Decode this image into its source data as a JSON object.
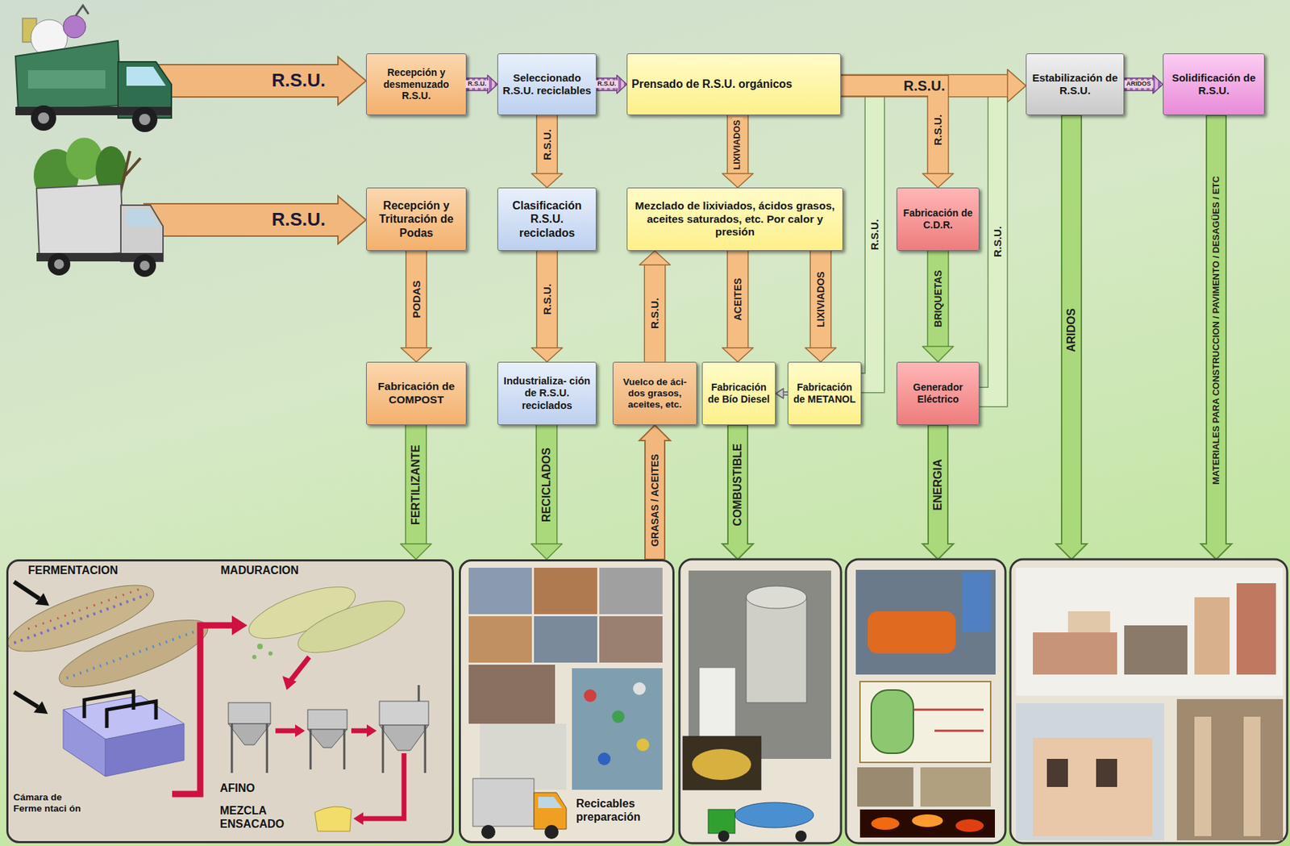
{
  "diagram": {
    "nodes": [
      {
        "text": [
          "Recepción y desmenuzado R.S.U."
        ]
      },
      {
        "text": [
          "Seleccionado R.S.U. reciclables"
        ]
      },
      {
        "text": [
          "Prensado de R.S.U. orgánicos"
        ]
      },
      {
        "text": [
          "Estabilización de R.S.U."
        ]
      },
      {
        "text": [
          "Solidificación de R.S.U."
        ]
      },
      {
        "text": [
          "Recepción y Trituración de Podas"
        ]
      },
      {
        "text": [
          "Clasificación R.S.U. reciclados"
        ]
      },
      {
        "text": [
          "Mezclado de lixiviados, ácidos grasos, aceites saturados, etc. Por calor y presión"
        ]
      },
      {
        "text": [
          "Fabricación de C.D.R."
        ]
      },
      {
        "text": [
          "Fabricación de COMPOST"
        ]
      },
      {
        "text": [
          "Industrializa- ción de R.S.U. reciclados"
        ]
      },
      {
        "text": [
          "Vuelco de áci- dos grasos, aceites, etc."
        ]
      },
      {
        "text": [
          "Fabricación de Bío Diesel"
        ]
      },
      {
        "text": [
          "Fabricación de METANOL"
        ]
      },
      {
        "text": [
          "Generador Eléctrico"
        ]
      },
      {
        "text": [
          "FERMENTACION",
          "MADURACION",
          "Cámara de Ferme ntaci ón",
          "AFINO",
          "MEZCLA ENSACADO"
        ]
      },
      {
        "text": [
          "Recicables preparación"
        ]
      }
    ],
    "edges": [
      {
        "from": 0,
        "to": 1,
        "label": "R.S.U.",
        "arrow": "to"
      },
      {
        "from": 1,
        "to": 2,
        "label": "R.S.U.",
        "arrow": "to"
      },
      {
        "from": 2,
        "to": 3,
        "label": "R.S.U.",
        "arrow": "to"
      },
      {
        "from": 3,
        "to": 4,
        "label": "ARIDOS",
        "arrow": "to"
      },
      {
        "from": 1,
        "to": 6,
        "label": "R.S.U.",
        "arrow": "to"
      },
      {
        "from": 2,
        "to": 7,
        "label": "LIXIVIADOS",
        "arrow": "to"
      },
      {
        "from": 5,
        "to": 9,
        "label": "PODAS",
        "arrow": "to"
      },
      {
        "from": 6,
        "to": 10,
        "label": "R.S.U.",
        "arrow": "to"
      },
      {
        "from": 11,
        "to": 7,
        "label": "R.S.U.",
        "arrow": "to"
      },
      {
        "from": 7,
        "to": 12,
        "label": "ACEITES",
        "arrow": "to"
      },
      {
        "from": 7,
        "to": 13,
        "label": "LIXIVIADOS",
        "arrow": "to"
      },
      {
        "from": 13,
        "to": 12,
        "arrow": "to"
      },
      {
        "from": 2,
        "to": 8,
        "label": "R.S.U.",
        "arrow": "to"
      },
      {
        "from": 13,
        "to": 3,
        "label": "R.S.U.",
        "arrow": "to"
      },
      {
        "from": 8,
        "to": 14,
        "label": "BRIQUETAS",
        "arrow": "to"
      },
      {
        "from": 14,
        "to": 3,
        "label": "R.S.U.",
        "arrow": "to"
      },
      {
        "from": 9,
        "to": 15,
        "label": "FERTILIZANTE",
        "arrow": "to"
      },
      {
        "from": 10,
        "to": 16,
        "label": "RECICLADOS",
        "arrow": "to"
      }
    ],
    "labels": [
      "R.S.U.",
      "R.S.U.",
      "GRASAS / ACEITES",
      "COMBUSTIBLE",
      "ENERGIA",
      "ARIDOS",
      "MATERIALES PARA CONSTRUCCION / PAVIMENTO / DESAGÜES / ETC"
    ]
  }
}
